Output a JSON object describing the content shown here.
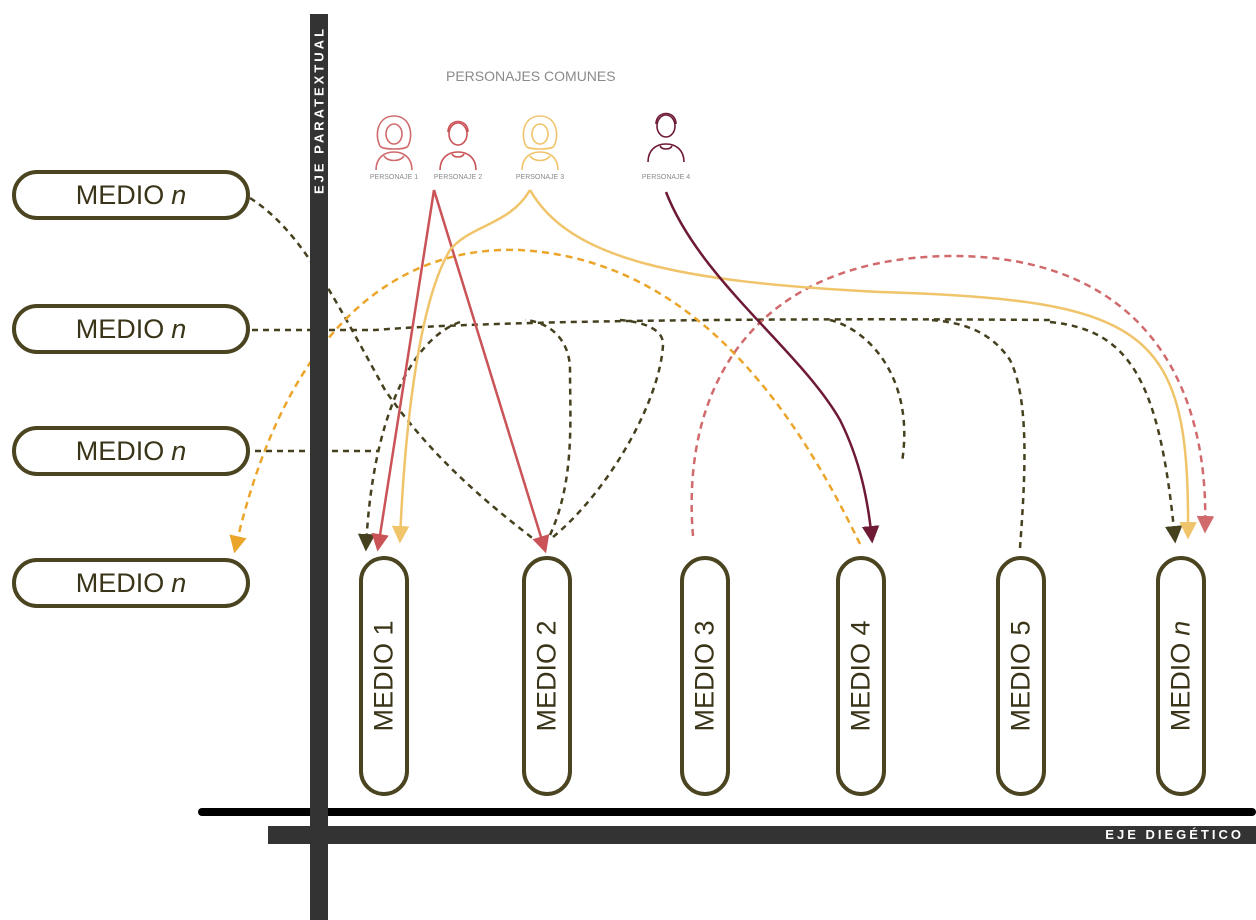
{
  "title": "PERSONAJES COMUNES",
  "axis_paratextual": "EJE PARATEXTUAL",
  "axis_diegetic": "EJE DIEGÉTICO",
  "colors": {
    "pill_border": "#4a4420",
    "dark_link": "#45401e",
    "personaje_1": "#d16a6c",
    "personaje_2": "#c95357",
    "personaje_3": "#f0c46a",
    "personaje_4": "#6e1a34",
    "orange_link": "#eba52a",
    "axis": "#333333"
  },
  "characters": [
    {
      "label": "PERSONAJE 1",
      "icon": "woman-curly-hair-icon"
    },
    {
      "label": "PERSONAJE 2",
      "icon": "man-icon"
    },
    {
      "label": "PERSONAJE 3",
      "icon": "woman-curly-hair-icon"
    },
    {
      "label": "PERSONAJE 4",
      "icon": "man-icon"
    }
  ],
  "paratextual_media": [
    {
      "label": "MEDIO",
      "suffix": "n"
    },
    {
      "label": "MEDIO",
      "suffix": "n"
    },
    {
      "label": "MEDIO",
      "suffix": "n"
    },
    {
      "label": "MEDIO",
      "suffix": "n"
    }
  ],
  "diegetic_media": [
    {
      "label": "MEDIO 1",
      "suffix": ""
    },
    {
      "label": "MEDIO 2",
      "suffix": ""
    },
    {
      "label": "MEDIO 3",
      "suffix": ""
    },
    {
      "label": "MEDIO 4",
      "suffix": ""
    },
    {
      "label": "MEDIO 5",
      "suffix": ""
    },
    {
      "label": "MEDIO",
      "suffix": "n"
    }
  ]
}
